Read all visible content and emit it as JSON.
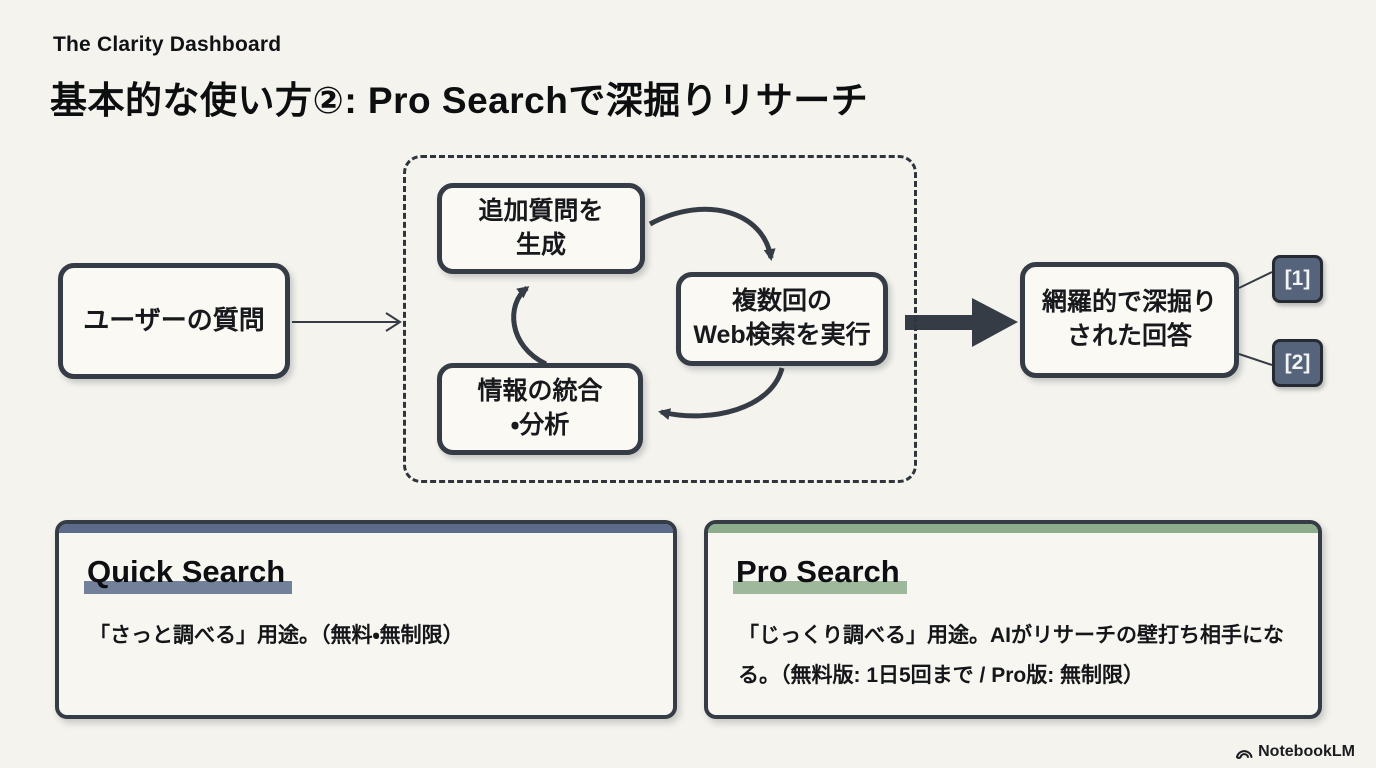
{
  "colors": {
    "background": "#f4f3ee",
    "ink": "#363c45",
    "badge_fill": "#55647b",
    "quick_accent": "#5b6b89",
    "pro_accent": "#8ead8c"
  },
  "header": {
    "eyebrow": "The Clarity Dashboard",
    "title": "基本的な使い方②: Pro Searchで深掘りリサーチ"
  },
  "flow": {
    "input_box": "ユーザーの質問",
    "loop": {
      "generate": "追加質問を\n生成",
      "search": "複数回の\nWeb検索を実行",
      "synthesize": "情報の統合\n・分析"
    },
    "output_box": "網羅的で深掘り\nされた回答",
    "citations": [
      "[1]",
      "[2]"
    ]
  },
  "cards": {
    "quick": {
      "title": "Quick Search",
      "body": "「さっと調べる」用途。（無料・無制限）"
    },
    "pro": {
      "title": "Pro Search",
      "body": "「じっくり調べる」用途。AIがリサーチの壁打ち相手になる。（無料版: 1日5回まで / Pro版: 無制限）"
    }
  },
  "footer": {
    "brand": "NotebookLM"
  }
}
